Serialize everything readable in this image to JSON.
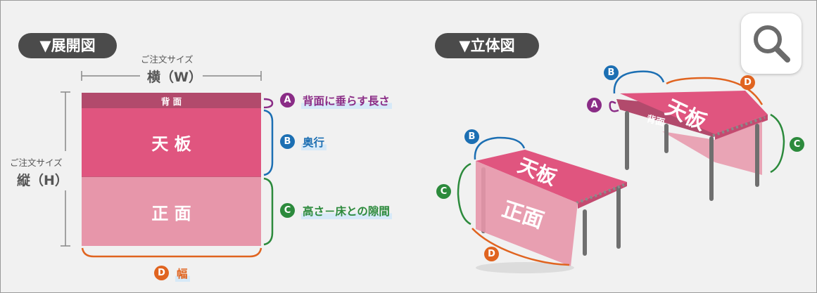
{
  "flat": {
    "title": "▼展開図",
    "custom_size_label": "ご注文サイズ",
    "width_label": "横（W）",
    "height_label": "縦（H）",
    "back_label": "背 面",
    "top_label": "天 板",
    "front_label": "正 面"
  },
  "annotations": [
    {
      "letter": "A",
      "text": "背面に垂らす長さ",
      "color": "#8a2c86"
    },
    {
      "letter": "B",
      "text": "奥行",
      "color": "#1c6fb3"
    },
    {
      "letter": "C",
      "text": "高さ－床との隙間",
      "color": "#2c8a3c"
    },
    {
      "letter": "D",
      "text": "幅",
      "color": "#e06420"
    }
  ],
  "view3d": {
    "title": "▼立体図",
    "top_label": "天板",
    "front_label": "正面",
    "back_label": "背面"
  },
  "colors": {
    "back_panel": "#b24a6c",
    "top_panel": "#e0557f",
    "front_panel": "#e796aa",
    "dim_line": "#888888"
  },
  "icons": {
    "search": "magnifier-icon"
  }
}
